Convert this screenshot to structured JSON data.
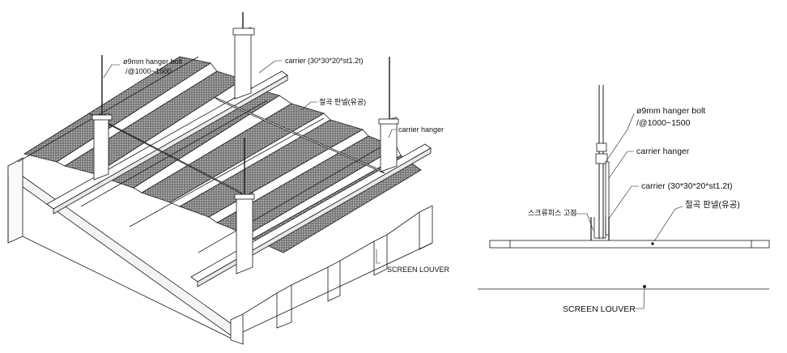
{
  "iso_view": {
    "labels": {
      "hanger_bolt_line1": "ø9mm hanger bolt",
      "hanger_bolt_line2": "/@1000~1500",
      "carrier": "carrier (30*30*20*st1.2t)",
      "panel": "절곡 판넬(유공)",
      "carrier_hanger": "carrier hanger",
      "screen_louver": "SCREEN LOUVER"
    }
  },
  "section_view": {
    "labels": {
      "hanger_bolt_line1": "ø9mm hanger bolt",
      "hanger_bolt_line2": "/@1000~1500",
      "carrier_hanger": "carrier hanger",
      "carrier": "carrier (30*30*20*st1.2t)",
      "screw_fix": "스크류피스 고정",
      "panel": "절곡 판넬(유공)",
      "screen_louver": "SCREEN LOUVER"
    }
  },
  "colors": {
    "line": "#1a1a1a",
    "perforated_panel": "#5e5e5e",
    "steel_face": "#ffffff"
  }
}
